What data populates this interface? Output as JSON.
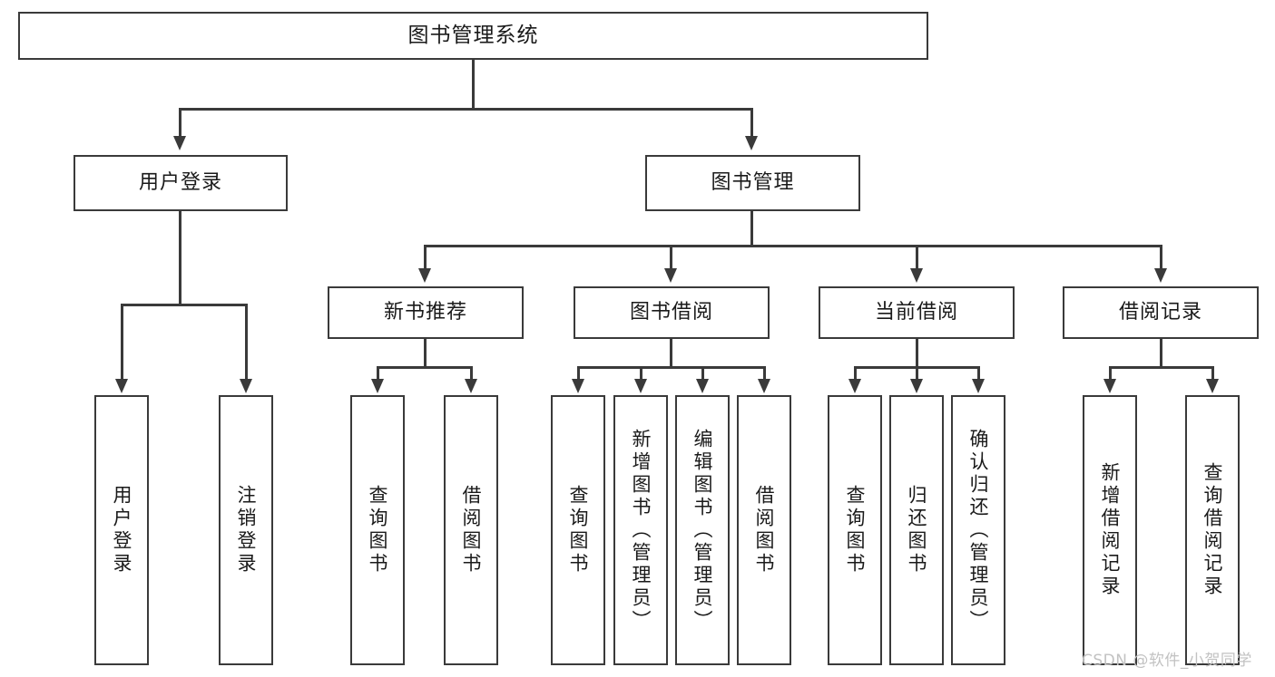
{
  "diagram": {
    "type": "tree-hierarchy",
    "title": "图书管理系统",
    "root": {
      "label": "图书管理系统"
    },
    "level1": [
      {
        "label": "用户登录"
      },
      {
        "label": "图书管理"
      }
    ],
    "level2": [
      {
        "label": "新书推荐",
        "parent": "图书管理"
      },
      {
        "label": "图书借阅",
        "parent": "图书管理"
      },
      {
        "label": "当前借阅",
        "parent": "图书管理"
      },
      {
        "label": "借阅记录",
        "parent": "图书管理"
      }
    ],
    "leaves": {
      "user_login": [
        {
          "label": "用户登录"
        },
        {
          "label": "注销登录"
        }
      ],
      "new_book": [
        {
          "label": "查询图书"
        },
        {
          "label": "借阅图书"
        }
      ],
      "book_borrow": [
        {
          "label": "查询图书"
        },
        {
          "label": "新增图书（管理员）"
        },
        {
          "label": "编辑图书（管理员）"
        },
        {
          "label": "借阅图书"
        }
      ],
      "current_borrow": [
        {
          "label": "查询图书"
        },
        {
          "label": "归还图书"
        },
        {
          "label": "确认归还（管理员）"
        }
      ],
      "borrow_record": [
        {
          "label": "新增借阅记录"
        },
        {
          "label": "查询借阅记录"
        }
      ]
    }
  },
  "watermark": {
    "text": "CSDN @软件_小贺同学"
  },
  "colors": {
    "stroke": "#3a3a3a",
    "background": "#ffffff",
    "text": "#1a1a1a",
    "watermark": "#c2c2c2"
  }
}
